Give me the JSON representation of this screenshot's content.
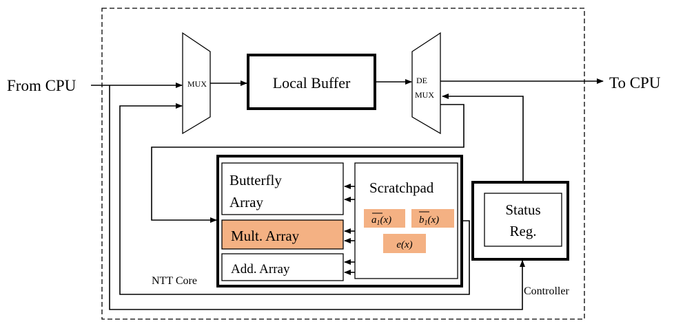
{
  "labels": {
    "from_cpu": "From CPU",
    "to_cpu": "To CPU",
    "mux": "MUX",
    "demux_line1": "DE",
    "demux_line2": "MUX",
    "local_buffer": "Local Buffer",
    "butterfly_line1": "Butterfly",
    "butterfly_line2": "Array",
    "mult_array": "Mult. Array",
    "add_array": "Add. Array",
    "scratchpad": "Scratchpad",
    "a1": "a",
    "a1_sub": "1",
    "a1_arg": "(x)",
    "b1": "b",
    "b1_sub": "1",
    "b1_arg": "(x)",
    "e": "e(x)",
    "status_line1": "Status",
    "status_line2": "Reg.",
    "ntt_core": "NTT Core",
    "controller": "Controller"
  },
  "colors": {
    "highlight": "#f4b183",
    "stroke": "#000000"
  }
}
